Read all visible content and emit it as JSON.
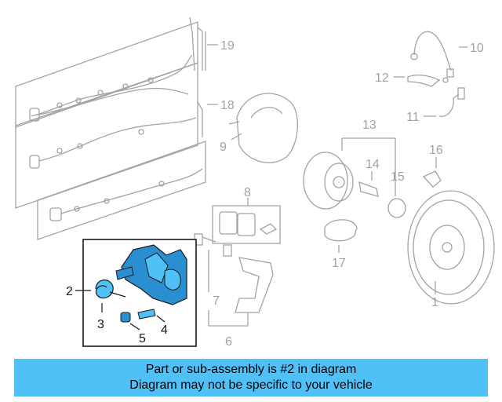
{
  "callouts": {
    "c1": "1",
    "c2": "2",
    "c3": "3",
    "c4": "4",
    "c5": "5",
    "c6": "6",
    "c7": "7",
    "c8": "8",
    "c9": "9",
    "c10": "10",
    "c11": "11",
    "c12": "12",
    "c13": "13",
    "c14": "14",
    "c15": "15",
    "c16": "16",
    "c17": "17",
    "c18": "18",
    "c19": "19"
  },
  "banner": {
    "line1": "Part or sub-assembly is #2 in diagram",
    "line2": "Diagram may not be specific to your vehicle"
  },
  "colors": {
    "highlight": "#4fc1f7",
    "part_fill": "#2a8fd0",
    "line_gray": "#a3a3a3",
    "outline_dark": "#1a1a1a"
  }
}
